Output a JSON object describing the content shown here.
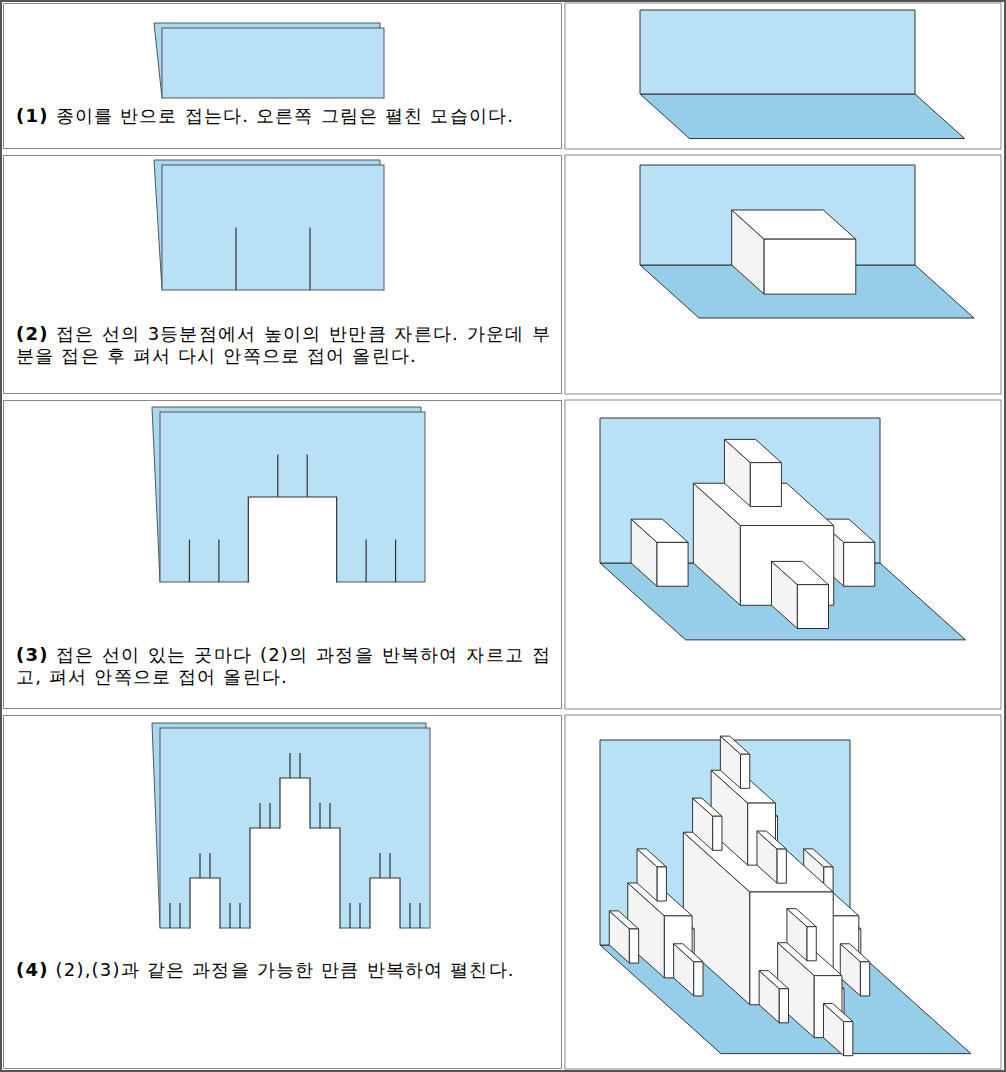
{
  "diagram": {
    "nodes": [
      {
        "text": [
          "(1)",
          "종이를 반으로 접는다. 오른쪽 그림은 펼친 모습이다."
        ]
      },
      {
        "text": [
          "(2)",
          "접은 선의 3등분점에서 높이의 반만큼 자른다. 가운데 부분을 접은 후 펴서 다시 안쪽으로 접어 올린다."
        ]
      },
      {
        "text": [
          "(3)",
          "접은 선이 있는 곳마다 (2)의 과정을 반복하여 자르고 접고, 펴서 안쪽으로 접어 올린다."
        ]
      },
      {
        "text": [
          "(4)",
          "(2),(3)과 같은 과정을 가능한 만큼 반복하여 펼친다."
        ]
      }
    ]
  }
}
